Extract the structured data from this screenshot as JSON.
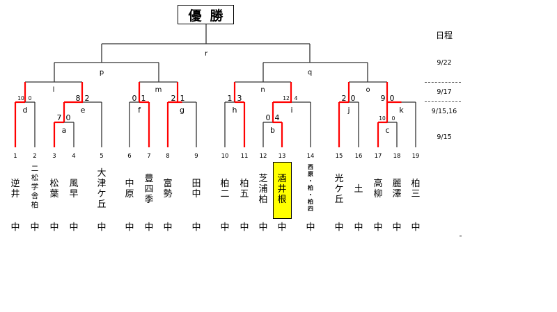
{
  "title": "優勝",
  "schedule": {
    "title": "日程",
    "rounds": [
      "9/22",
      "9/17",
      "9/15,16",
      "9/15"
    ]
  },
  "colors": {
    "winner_line": "#ff0000",
    "line": "#333333",
    "highlight": "#ffff00"
  },
  "matches": {
    "r": "r",
    "p": "p",
    "q": "q",
    "l": "l",
    "m": "m",
    "n": "n",
    "o": "o",
    "d": "d",
    "e": "e",
    "f": "f",
    "g": "g",
    "h": "h",
    "i": "i",
    "j": "j",
    "k": "k",
    "a": "a",
    "b": "b",
    "c": "c"
  },
  "scores": {
    "l_left": "10",
    "l_right": "0",
    "l2_left": "8",
    "l2_right": "2",
    "a_left": "7",
    "a_right": "0",
    "m_left": "0",
    "m_right": "1",
    "m2_left": "2",
    "m2_right": "1",
    "n_left": "1",
    "n_right": "3",
    "n2_left": "12",
    "n2_right": "4",
    "b_left": "0",
    "b_right": "4",
    "o_left": "2",
    "o_right": "0",
    "o2_left": "9",
    "o2_right": "0",
    "c_left": "10",
    "c_right": "0"
  },
  "teams": [
    {
      "num": "1",
      "name": [
        "逆",
        "井"
      ],
      "suffix": "中"
    },
    {
      "num": "2",
      "name": [
        "二",
        "松",
        "学",
        "舎",
        "柏"
      ],
      "suffix": "中"
    },
    {
      "num": "3",
      "name": [
        "松",
        "葉"
      ],
      "suffix": "中"
    },
    {
      "num": "4",
      "name": [
        "風",
        "早"
      ],
      "suffix": "中"
    },
    {
      "num": "5",
      "name": [
        "大",
        "津",
        "ケ",
        "丘"
      ],
      "suffix": "中"
    },
    {
      "num": "6",
      "name": [
        "中",
        "原"
      ],
      "suffix": "中"
    },
    {
      "num": "7",
      "name": [
        "豊",
        "四",
        "季"
      ],
      "suffix": "中"
    },
    {
      "num": "8",
      "name": [
        "富",
        "勢"
      ],
      "suffix": "中"
    },
    {
      "num": "9",
      "name": [
        "田",
        "中"
      ],
      "suffix": "中"
    },
    {
      "num": "10",
      "name": [
        "柏",
        "二"
      ],
      "suffix": "中"
    },
    {
      "num": "11",
      "name": [
        "柏",
        "五"
      ],
      "suffix": "中"
    },
    {
      "num": "12",
      "name": [
        "芝",
        "浦",
        "柏"
      ],
      "suffix": "中"
    },
    {
      "num": "13",
      "name": [
        "酒",
        "井",
        "根"
      ],
      "suffix": "中"
    },
    {
      "num": "14",
      "name": [
        "西",
        "原",
        "・",
        "柏",
        "・",
        "柏",
        "四"
      ],
      "suffix": "中"
    },
    {
      "num": "15",
      "name": [
        "光",
        "ケ",
        "丘"
      ],
      "suffix": "中"
    },
    {
      "num": "16",
      "name": [
        "土"
      ],
      "suffix": "中"
    },
    {
      "num": "17",
      "name": [
        "高",
        "柳"
      ],
      "suffix": "中"
    },
    {
      "num": "18",
      "name": [
        "麗",
        "澤"
      ],
      "suffix": "中"
    },
    {
      "num": "19",
      "name": [
        "柏",
        "三"
      ],
      "suffix": "中"
    }
  ]
}
